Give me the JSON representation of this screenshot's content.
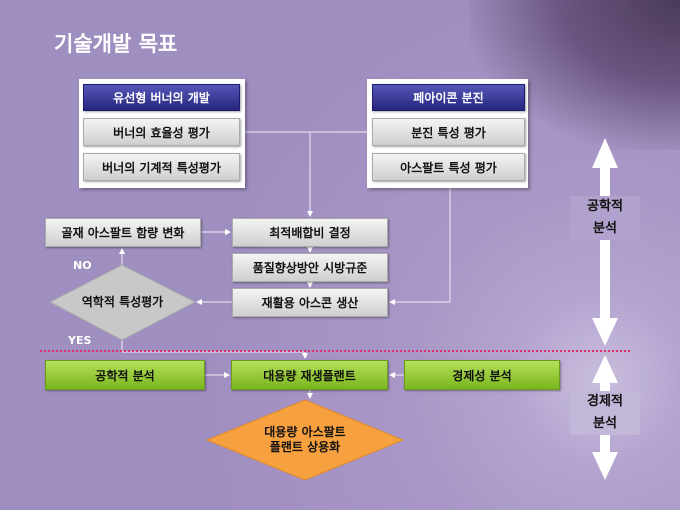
{
  "title": "기술개발 목표",
  "left_panel": [
    "유선형 버너의 개발",
    "버너의 효율성 평가",
    "버너의 기계적 특성평가"
  ],
  "right_panel": [
    "페아이콘 분진",
    "분진 특성 평가",
    "아스팔트 특성 평가"
  ],
  "flow": {
    "adjust": "골재 아스팔트 함량 변화",
    "mix": "최적배합비 결정",
    "spec": "품질향상방안 시방규준",
    "produce": "재활용 아스콘 생산",
    "eval": "역학적 특성평가",
    "no": "NO",
    "yes": "YES"
  },
  "bottom": {
    "eng": "공학적 분석",
    "plant": "대용량 재생플랜트",
    "econ": "경제성 분석",
    "goal_line1": "대용량 아스팔트",
    "goal_line2": "플랜트 상용화"
  },
  "side": {
    "eng_1": "공학적",
    "eng_2": "분석",
    "econ_1": "경제적",
    "econ_2": "분석"
  },
  "colors": {
    "divider": "#e0306a",
    "header": "#2a2a85",
    "green": "#8cc52a",
    "orange": "#f7a040"
  }
}
